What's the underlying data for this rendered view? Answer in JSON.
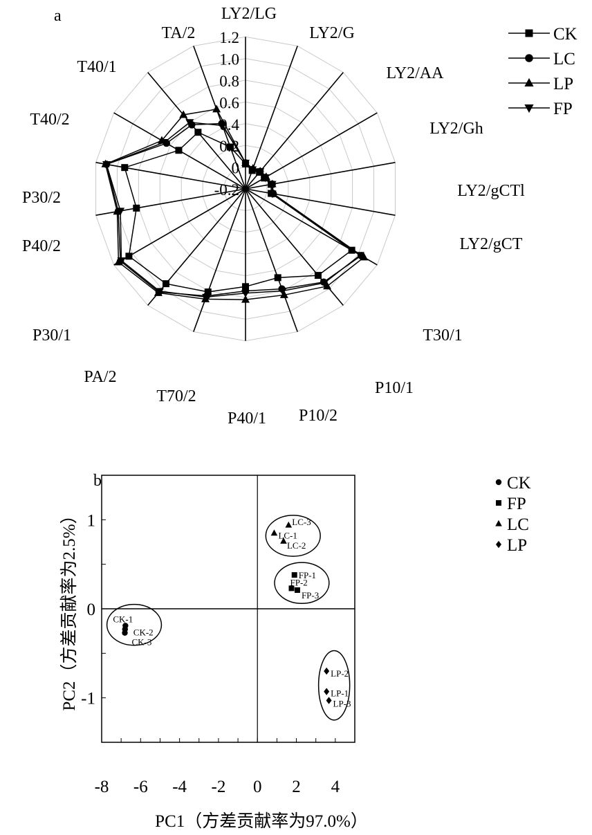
{
  "chart_data": [
    {
      "type": "radar",
      "panel_label": "a",
      "axes": [
        "LY2/LG",
        "LY2/G",
        "LY2/AA",
        "LY2/Gh",
        "LY2/gCTl",
        "LY2/gCT",
        "T30/1",
        "P10/1",
        "P10/2",
        "P40/1",
        "T70/2",
        "PA/2",
        "P30/1",
        "P40/2",
        "P30/2",
        "T40/2",
        "T40/1",
        "TA/2"
      ],
      "rlim": [
        -0.2,
        1.2
      ],
      "rticks": [
        -0.2,
        0,
        0.2,
        0.4,
        0.6,
        0.8,
        1.0,
        1.2
      ],
      "rtick_labels": [
        "-0.2",
        "0",
        "0.2",
        "0.4",
        "0.6",
        "0.8",
        "1.0",
        "1.2"
      ],
      "legend_position": "top-right",
      "series": [
        {
          "name": "CK",
          "marker": "square",
          "values": [
            0.03,
            -0.02,
            0.0,
            0.0,
            0.04,
            0.04,
            0.93,
            0.84,
            0.67,
            0.7,
            0.81,
            0.94,
            1.04,
            0.82,
            0.93,
            0.51,
            0.48,
            0.21
          ]
        },
        {
          "name": "LC",
          "marker": "circle",
          "values": [
            0.04,
            -0.01,
            0.01,
            0.01,
            0.05,
            0.06,
            1.03,
            0.92,
            0.78,
            0.74,
            0.85,
            1.04,
            1.13,
            0.99,
            1.1,
            0.64,
            0.57,
            0.44
          ]
        },
        {
          "name": "LP",
          "marker": "triangle",
          "values": [
            0.04,
            0.0,
            0.01,
            0.02,
            0.05,
            0.06,
            1.06,
            0.97,
            0.84,
            0.82,
            0.88,
            1.05,
            1.15,
            1.0,
            1.11,
            0.69,
            0.69,
            0.58
          ]
        },
        {
          "name": "FP",
          "marker": "triangle-down",
          "values": [
            0.04,
            -0.01,
            0.01,
            0.01,
            0.05,
            0.05,
            1.02,
            0.93,
            0.8,
            0.76,
            0.86,
            1.03,
            1.12,
            0.97,
            1.1,
            0.66,
            0.6,
            0.42
          ]
        }
      ]
    },
    {
      "type": "scatter",
      "panel_label": "b",
      "xlabel": "PC1（方差贡献率为97.0%）",
      "ylabel": "PC2（方差贡献率为2.5%）",
      "xlim": [
        -8,
        5
      ],
      "ylim": [
        -1.5,
        1.5
      ],
      "xticks": [
        -8,
        -6,
        -4,
        -2,
        0,
        2,
        4
      ],
      "xtick_labels": [
        "-8",
        "-6",
        "-4",
        "-2",
        "0",
        "2",
        "4"
      ],
      "yticks": [
        -1,
        0,
        1
      ],
      "ytick_labels": [
        "-1",
        "0",
        "1"
      ],
      "legend_position": "right",
      "series": [
        {
          "name": "CK",
          "marker": "circle",
          "points": [
            {
              "label": "CK-1",
              "x": -6.78,
              "y": -0.19
            },
            {
              "label": "CK-2",
              "x": -6.8,
              "y": -0.23
            },
            {
              "label": "CK-3",
              "x": -6.81,
              "y": -0.27
            }
          ]
        },
        {
          "name": "FP",
          "marker": "square",
          "points": [
            {
              "label": "FP-1",
              "x": 1.9,
              "y": 0.38
            },
            {
              "label": "FP-2",
              "x": 1.75,
              "y": 0.23
            },
            {
              "label": "FP-3",
              "x": 2.05,
              "y": 0.21
            }
          ]
        },
        {
          "name": "LC",
          "marker": "triangle",
          "points": [
            {
              "label": "LC-1",
              "x": 0.86,
              "y": 0.85
            },
            {
              "label": "LC-2",
              "x": 1.34,
              "y": 0.76
            },
            {
              "label": "LC-3",
              "x": 1.6,
              "y": 0.94
            }
          ]
        },
        {
          "name": "LP",
          "marker": "diamond",
          "points": [
            {
              "label": "LP-1",
              "x": 3.55,
              "y": -0.93
            },
            {
              "label": "LP-2",
              "x": 3.55,
              "y": -0.7
            },
            {
              "label": "LP-3",
              "x": 3.67,
              "y": -1.03
            }
          ]
        }
      ],
      "group_ellipses": [
        {
          "group": "LC",
          "cx": 1.83,
          "cy": 0.82,
          "rx": 1.4,
          "ry": 0.23
        },
        {
          "group": "FP",
          "cx": 2.28,
          "cy": 0.29,
          "rx": 1.4,
          "ry": 0.23
        },
        {
          "group": "CK",
          "cx": -6.33,
          "cy": -0.18,
          "rx": 1.4,
          "ry": 0.23
        },
        {
          "group": "LP",
          "cx": 3.94,
          "cy": -0.86,
          "rx": 0.8,
          "ry": 0.39
        }
      ]
    }
  ]
}
